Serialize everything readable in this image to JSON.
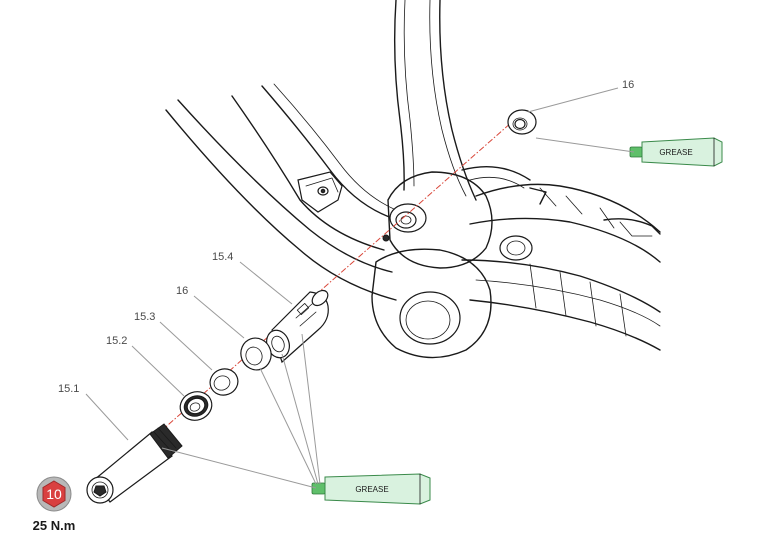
{
  "callouts": {
    "c16_top": "16",
    "c15_4": "15.4",
    "c16_mid": "16",
    "c15_3": "15.3",
    "c15_2": "15.2",
    "c15_1": "15.1"
  },
  "grease_tubes": {
    "top_label": "GREASE",
    "bottom_label": "GREASE"
  },
  "torque": {
    "tool_size": "10",
    "value": "25 N.m"
  },
  "colors": {
    "axis_line": "#d9473a",
    "grease_tube": "#d9f2df",
    "torque_badge": "#d94040"
  }
}
